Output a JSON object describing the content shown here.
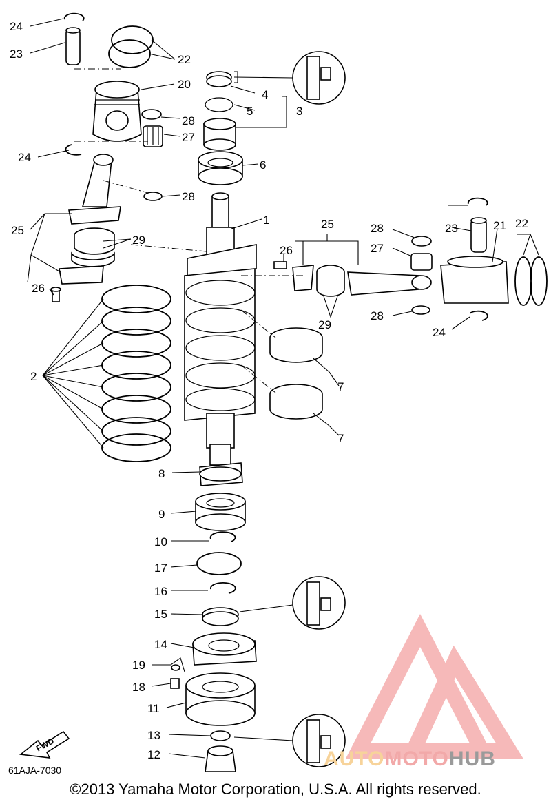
{
  "diagram": {
    "part_labels": [
      "24",
      "23",
      "22",
      "20",
      "4",
      "5",
      "3",
      "28",
      "27",
      "24",
      "6",
      "28",
      "1",
      "25",
      "29",
      "25",
      "26",
      "28",
      "23",
      "21",
      "22",
      "27",
      "26",
      "28",
      "29",
      "24",
      "2",
      "7",
      "7",
      "8",
      "9",
      "10",
      "17",
      "16",
      "15",
      "14",
      "19",
      "18",
      "11",
      "13",
      "12"
    ],
    "diagram_code": "61AJA-7030",
    "fwd_badge": "FWD",
    "copyright": "©2013 Yamaha Motor Corporation, U.S.A. All rights reserved."
  },
  "watermark": {
    "part1": "AUTO",
    "part2": "MOTO",
    "part3": "HUB",
    "colors": {
      "auto": "#f7d39a",
      "moto": "#f2a9a9",
      "hub": "#9a9a9a",
      "logo": "#f08080"
    }
  }
}
